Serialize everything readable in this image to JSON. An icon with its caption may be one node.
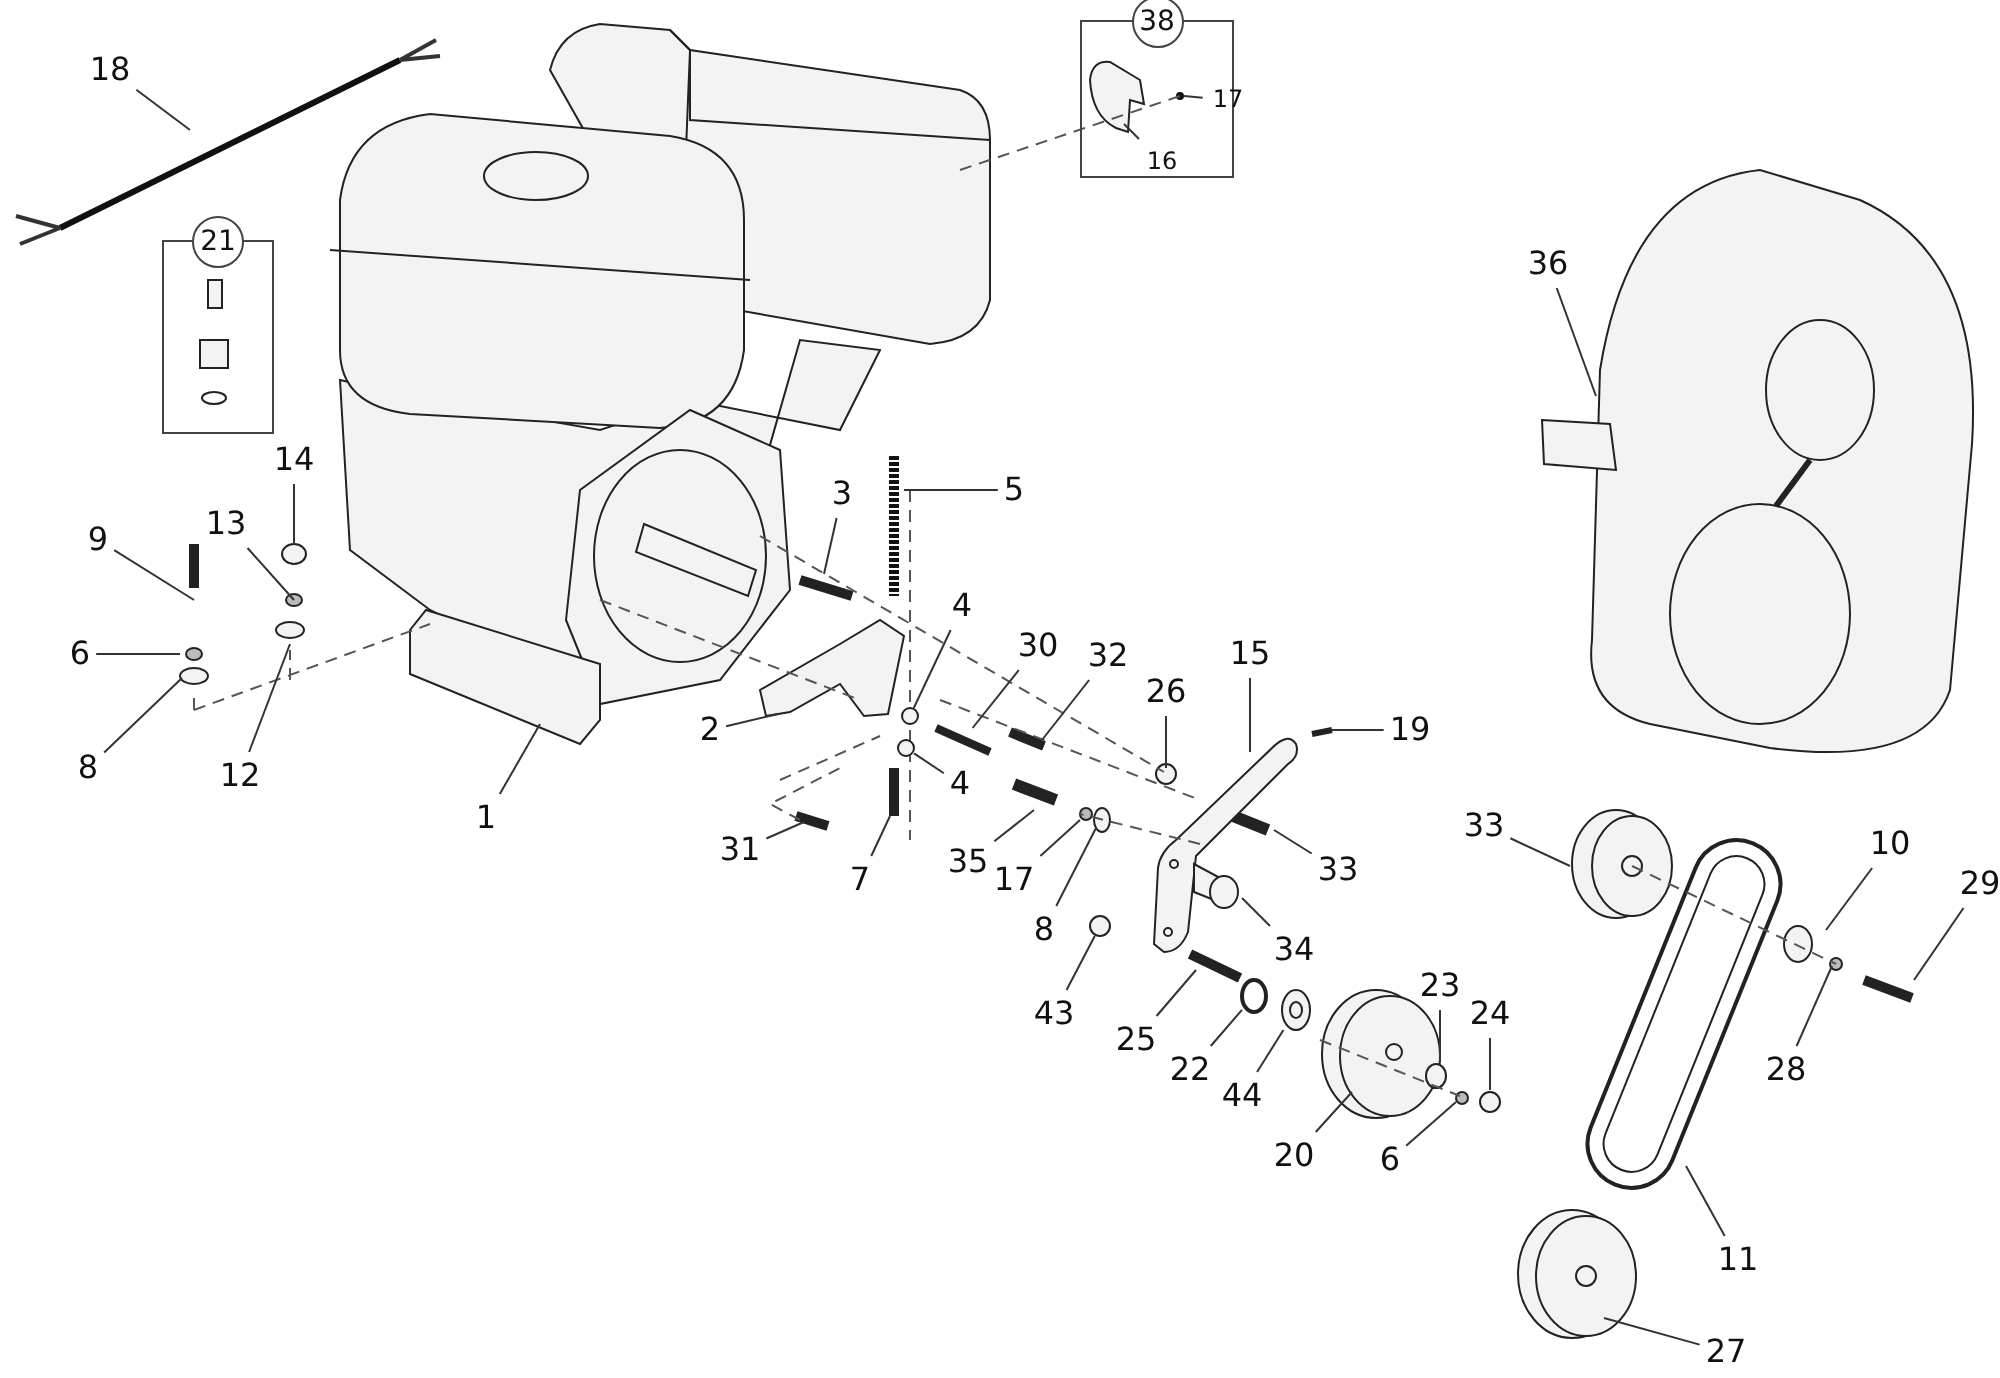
{
  "diagram": {
    "nodes": [
      {
        "text": [
          "18"
        ]
      },
      {
        "text": [
          "38"
        ]
      },
      {
        "text": [
          "17"
        ],
        "in": 1
      },
      {
        "text": [
          "16"
        ],
        "in": 1
      },
      {
        "text": [
          "21"
        ]
      },
      {
        "text": [
          "36"
        ]
      },
      {
        "text": [
          "14"
        ]
      },
      {
        "text": [
          "3"
        ]
      },
      {
        "text": [
          "5"
        ]
      },
      {
        "text": [
          "9"
        ]
      },
      {
        "text": [
          "13"
        ]
      },
      {
        "text": [
          "6"
        ]
      },
      {
        "text": [
          "4"
        ]
      },
      {
        "text": [
          "30"
        ]
      },
      {
        "text": [
          "32"
        ]
      },
      {
        "text": [
          "15"
        ]
      },
      {
        "text": [
          "26"
        ]
      },
      {
        "text": [
          "19"
        ]
      },
      {
        "text": [
          "2"
        ]
      },
      {
        "text": [
          "8"
        ]
      },
      {
        "text": [
          "12"
        ]
      },
      {
        "text": [
          "4"
        ]
      },
      {
        "text": [
          "1"
        ]
      },
      {
        "text": [
          "33"
        ]
      },
      {
        "text": [
          "31"
        ]
      },
      {
        "text": [
          "35"
        ]
      },
      {
        "text": [
          "33"
        ]
      },
      {
        "text": [
          "7"
        ]
      },
      {
        "text": [
          "10"
        ]
      },
      {
        "text": [
          "29"
        ]
      },
      {
        "text": [
          "17"
        ]
      },
      {
        "text": [
          "8"
        ]
      },
      {
        "text": [
          "34"
        ]
      },
      {
        "text": [
          "43"
        ]
      },
      {
        "text": [
          "25"
        ]
      },
      {
        "text": [
          "22"
        ]
      },
      {
        "text": [
          "28"
        ]
      },
      {
        "text": [
          "44"
        ]
      },
      {
        "text": [
          "23"
        ]
      },
      {
        "text": [
          "24"
        ]
      },
      {
        "text": [
          "20"
        ]
      },
      {
        "text": [
          "6"
        ]
      },
      {
        "text": [
          "11"
        ]
      },
      {
        "text": [
          "27"
        ]
      },
      {
        "text": [],
        "shape": "circle"
      },
      {
        "text": [],
        "shape": "circle"
      },
      {
        "text": [],
        "shape": "circle"
      },
      {
        "text": [],
        "shape": "picture"
      },
      {
        "text": [],
        "shape": "circle"
      },
      {
        "text": [],
        "shape": "circle"
      },
      {
        "text": [],
        "shape": "picture"
      }
    ],
    "edges": [
      {
        "from": 0,
        "to": null,
        "arrow": "none"
      },
      {
        "from": 2,
        "to": null,
        "arrow": "none"
      },
      {
        "from": 3,
        "to": null,
        "arrow": "none"
      },
      {
        "from": 5,
        "to": null,
        "arrow": "none"
      },
      {
        "from": 6,
        "to": 44,
        "arrow": "none"
      },
      {
        "from": 7,
        "to": null,
        "arrow": "none"
      },
      {
        "from": 8,
        "to": null,
        "arrow": "none"
      },
      {
        "from": 9,
        "to": null,
        "arrow": "none"
      },
      {
        "from": 10,
        "to": null,
        "arrow": "none"
      },
      {
        "from": 11,
        "to": null,
        "arrow": "none"
      },
      {
        "from": 12,
        "to": 45,
        "arrow": "none"
      },
      {
        "from": 13,
        "to": 47,
        "arrow": "none"
      },
      {
        "from": 14,
        "to": null,
        "arrow": "none"
      },
      {
        "from": 15,
        "to": null,
        "arrow": "none"
      },
      {
        "from": 16,
        "to": null,
        "arrow": "none"
      },
      {
        "from": 17,
        "to": null,
        "arrow": "none"
      },
      {
        "from": 18,
        "to": null,
        "arrow": "none"
      },
      {
        "from": 19,
        "to": null,
        "arrow": "none"
      },
      {
        "from": 20,
        "to": null,
        "arrow": "none"
      },
      {
        "from": 21,
        "to": 46,
        "arrow": "none"
      },
      {
        "from": 22,
        "to": null,
        "arrow": "none"
      },
      {
        "from": 23,
        "to": null,
        "arrow": "none"
      },
      {
        "from": 24,
        "to": null,
        "arrow": "none"
      },
      {
        "from": 25,
        "to": null,
        "arrow": "none"
      },
      {
        "from": 26,
        "to": null,
        "arrow": "none"
      },
      {
        "from": 27,
        "to": null,
        "arrow": "none"
      },
      {
        "from": 28,
        "to": null,
        "arrow": "none"
      },
      {
        "from": 29,
        "to": null,
        "arrow": "none"
      },
      {
        "from": 30,
        "to": null,
        "arrow": "none"
      },
      {
        "from": 31,
        "to": null,
        "arrow": "none"
      },
      {
        "from": 32,
        "to": null,
        "arrow": "none"
      },
      {
        "from": 33,
        "to": 48,
        "arrow": "none"
      },
      {
        "from": 34,
        "to": null,
        "arrow": "none"
      },
      {
        "from": 35,
        "to": 49,
        "arrow": "none"
      },
      {
        "from": 36,
        "to": null,
        "arrow": "none"
      },
      {
        "from": 37,
        "to": 50,
        "arrow": "none"
      },
      {
        "from": 38,
        "to": null,
        "arrow": "none"
      },
      {
        "from": 39,
        "to": null,
        "arrow": "none"
      },
      {
        "from": 40,
        "to": null,
        "arrow": "none"
      },
      {
        "from": 41,
        "to": null,
        "arrow": "none"
      },
      {
        "from": 42,
        "to": null,
        "arrow": "none"
      },
      {
        "from": 43,
        "to": null,
        "arrow": "none"
      }
    ]
  }
}
